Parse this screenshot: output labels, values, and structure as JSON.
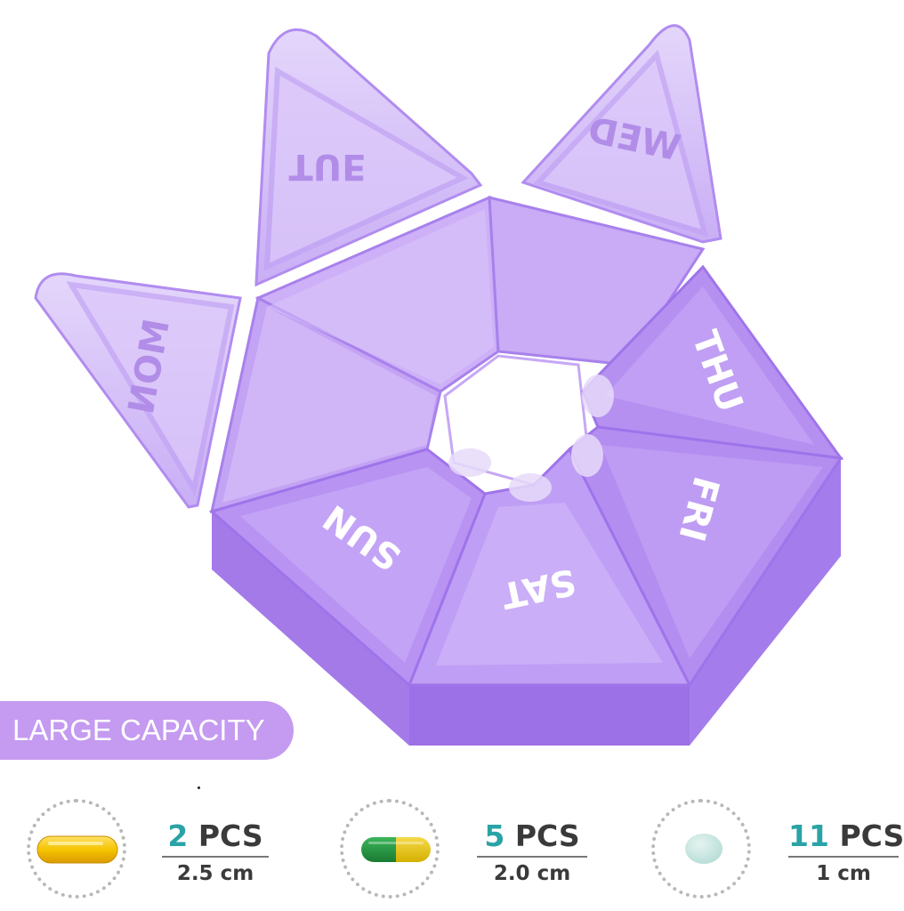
{
  "product": {
    "name": "7-day pill organizer",
    "color": "#a97ee8",
    "open_lids": [
      {
        "label": "MON",
        "mirrored": true
      },
      {
        "label": "TUE",
        "mirrored": true
      },
      {
        "label": "WED",
        "mirrored": true
      }
    ],
    "closed_lids": [
      {
        "label": "THU"
      },
      {
        "label": "FRI"
      },
      {
        "label": "SAT"
      },
      {
        "label": "SUN"
      }
    ]
  },
  "badge": {
    "label": "LARGE CAPACITY",
    "color": "#c49bf0"
  },
  "capacity": [
    {
      "pill": "softgel-icon",
      "count": "2",
      "unit": "PCS",
      "size": "2.5 cm"
    },
    {
      "pill": "capsule-icon",
      "count": "5",
      "unit": "PCS",
      "size": "2.0 cm"
    },
    {
      "pill": "tablet-icon",
      "count": "11",
      "unit": "PCS",
      "size": "1 cm"
    }
  ],
  "colors": {
    "count_accent": "#2aa3a6",
    "text_dark": "#3a3a3a",
    "dot_gray": "#b8b8b8"
  }
}
